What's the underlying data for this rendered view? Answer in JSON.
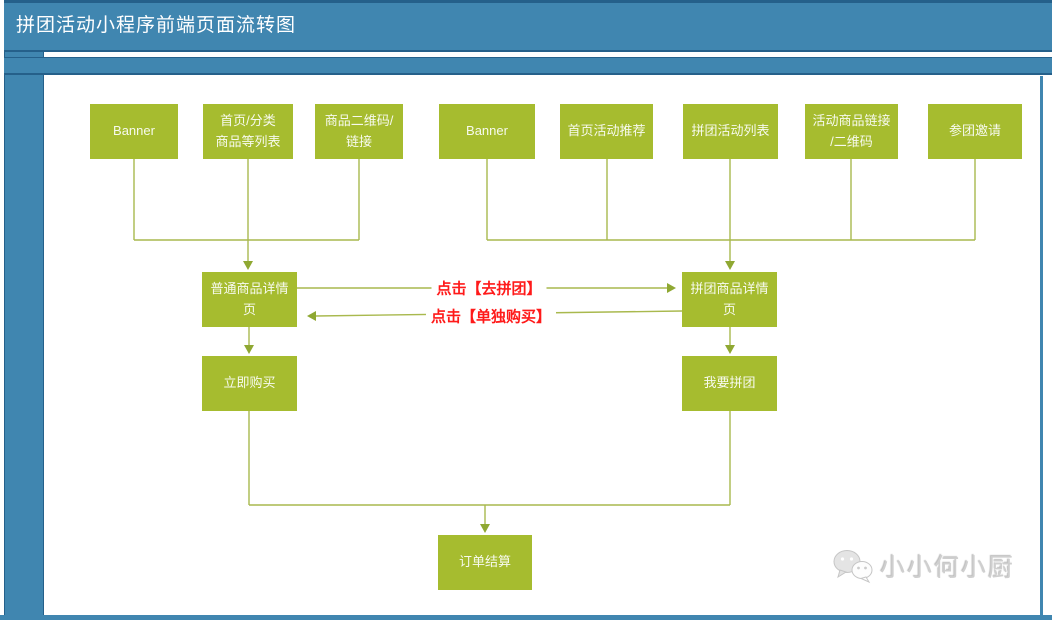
{
  "window": {
    "title": "拼团活动小程序前端页面流转图"
  },
  "colors": {
    "header_blue": "#4086B0",
    "header_border": "#25608A",
    "node_green": "#A6BC2F",
    "connector_green": "#A9B94E",
    "arrow_green": "#8FA832",
    "label_red": "#FF1A1A"
  },
  "nodes": {
    "banner_left": "Banner",
    "home_category_list": "首页/分类\n商品等列表",
    "product_qrcode_link": "商品二维码/\n链接",
    "banner_right": "Banner",
    "home_activity_recommend": "首页活动推荐",
    "group_activity_list": "拼团活动列表",
    "activity_product_link": "活动商品链接\n/二维码",
    "group_invitation": "参团邀请",
    "normal_product_detail": "普通商品详情\n页",
    "group_product_detail": "拼团商品详情\n页",
    "buy_now": "立即购买",
    "want_group_buy": "我要拼团",
    "order_settlement": "订单结算"
  },
  "edges": {
    "to_group_buy": "点击【去拼团】",
    "single_purchase": "点击【单独购买】"
  },
  "watermark": {
    "name": "小小何小厨",
    "icon": "wechat-chat-bubbles-icon"
  }
}
